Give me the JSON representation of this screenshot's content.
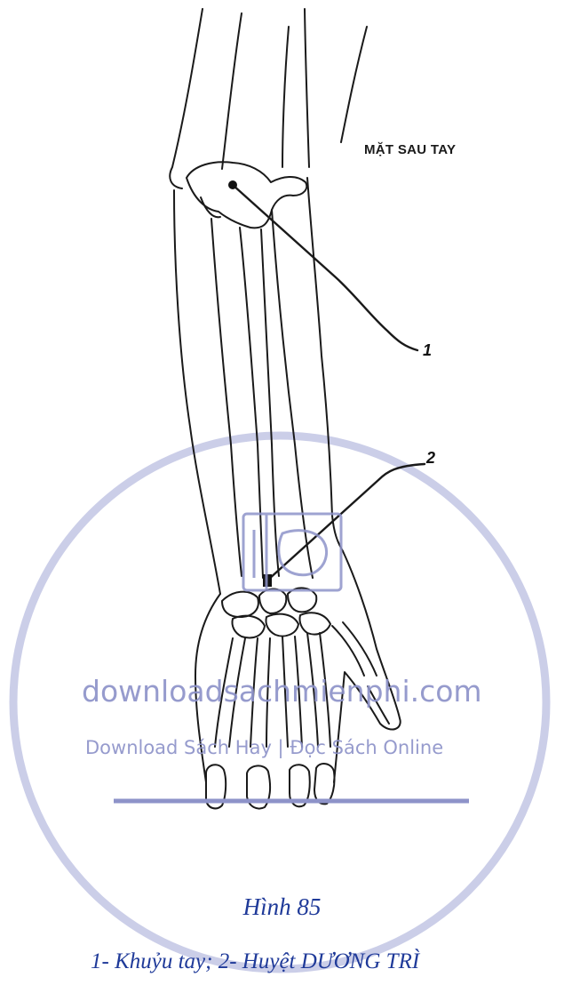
{
  "view_label": "MẶT SAU TAY",
  "markers": {
    "one": "1",
    "two": "2"
  },
  "watermark": {
    "site": "downloadsachmienphi.com",
    "tagline": "Download Sách Hay | Đọc Sách Online",
    "color": "#8e93c9"
  },
  "figure": {
    "title": "Hình 85",
    "caption": "1- Khuỷu tay; 2- Huyệt DƯƠNG TRÌ",
    "caption_color": "#1f3a99"
  }
}
